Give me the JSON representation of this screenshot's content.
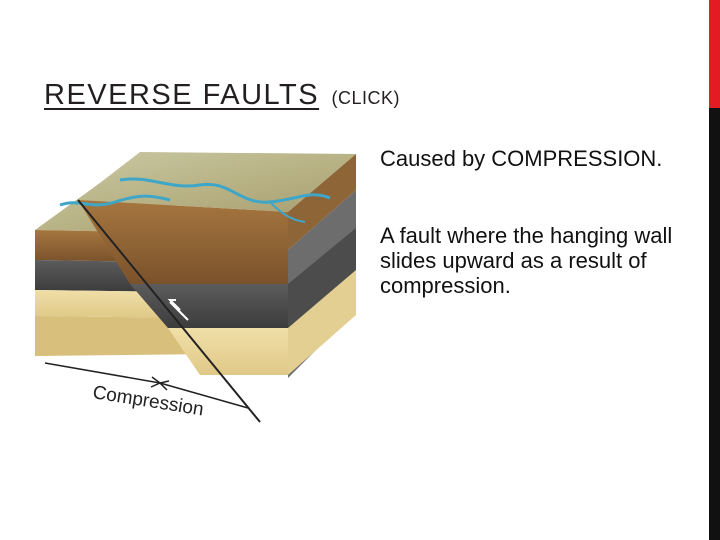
{
  "slide": {
    "title": "REVERSE FAULTS",
    "title_note": "(CLICK)",
    "bullets": [
      "Caused by COMPRESSION.",
      "A fault where the hanging wall slides upward as a result of compression."
    ]
  },
  "figure": {
    "label": "Compression",
    "icon": "reverse-fault-block-diagram"
  },
  "colors": {
    "accent_red": "#e31b23",
    "accent_dark": "#111111"
  }
}
